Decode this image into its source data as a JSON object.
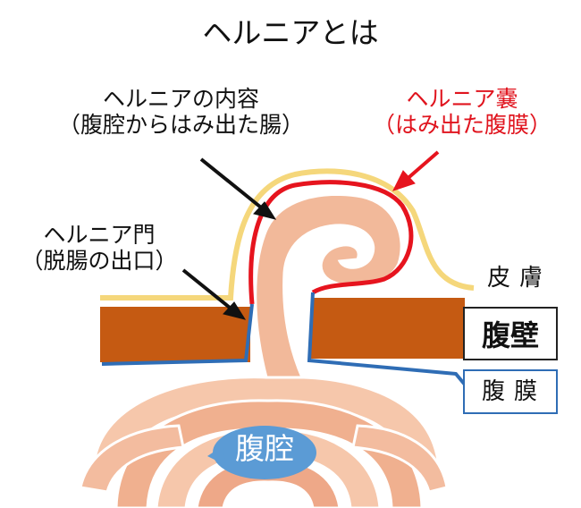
{
  "title": "ヘルニアとは",
  "labels": {
    "hernia_content": "ヘルニアの内容",
    "hernia_content_sub": "（腹腔からはみ出た腸）",
    "hernia_sac": "ヘルニア嚢",
    "hernia_sac_sub": "（はみ出た腹膜）",
    "hernia_ring": "ヘルニア門",
    "hernia_ring_sub": "（脱腸の出口）",
    "skin": "皮膚",
    "abdominal_wall": "腹壁",
    "peritoneum": "腹膜",
    "abdominal_cavity": "腹腔"
  },
  "colors": {
    "skin_line": "#f5d77b",
    "abdominal_wall": "#c55a12",
    "peritoneum_line": "#2f6db5",
    "hernia_sac_line": "#e6141e",
    "intestine": "#f2b99a",
    "cavity_badge": "#5b9bd5",
    "arrow": "#111111",
    "sac_label_text": "#e0141e"
  }
}
